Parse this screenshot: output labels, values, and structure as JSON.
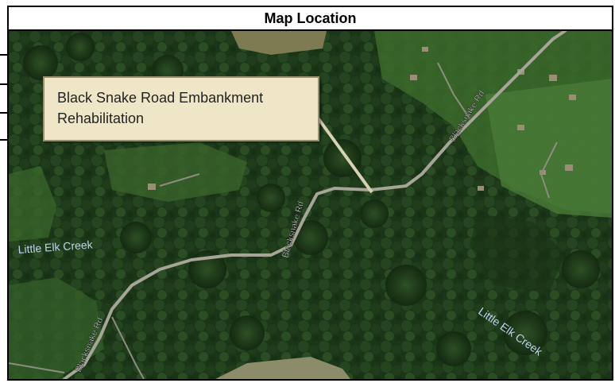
{
  "title": "Map Location",
  "callout": {
    "line1": "Black Snake Road Embankment",
    "line2": "Rehabilitation"
  },
  "road_labels": [
    "Blacksnake Rd",
    "Blacksnake Rd",
    "Blacksnake Rd"
  ],
  "creek_labels": [
    "Little Elk Creek",
    "Little Elk Creek"
  ],
  "colors": {
    "forest": "#1f3a1c",
    "field": "#3d6a2e",
    "road": "#9a9a8e",
    "creek_label": "#bcd4f0",
    "callout_bg": "#efe6c8"
  }
}
